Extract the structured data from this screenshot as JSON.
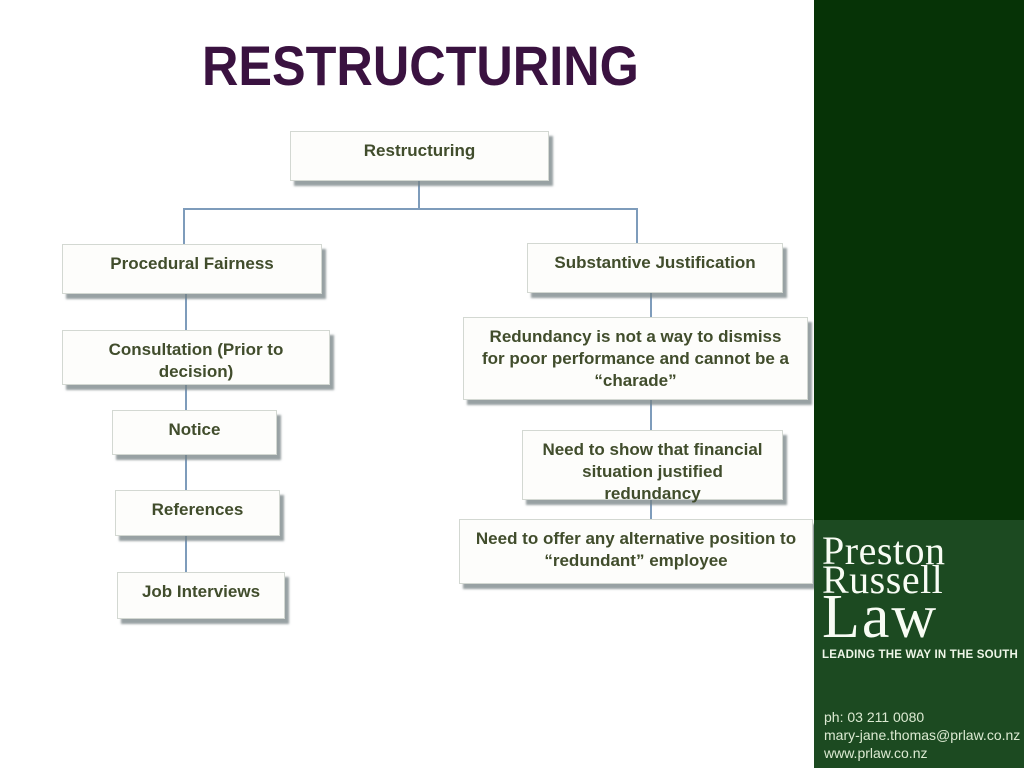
{
  "slide": {
    "title": "RESTRUCTURING",
    "colors": {
      "title_text": "#3a1240",
      "node_text": "#414d2c",
      "node_fill": "#fdfdfb",
      "connector": "#7e9cbb",
      "sidebar_green": "#063306",
      "logo_block_green": "#1c4a21"
    }
  },
  "diagram": {
    "nodes": [
      {
        "id": "restructuring",
        "lines": [
          "Restructuring"
        ]
      },
      {
        "id": "procedural-fairness",
        "lines": [
          "Procedural Fairness"
        ]
      },
      {
        "id": "consultation",
        "lines": [
          "Consultation (Prior to",
          "decision)"
        ]
      },
      {
        "id": "notice",
        "lines": [
          "Notice"
        ]
      },
      {
        "id": "references",
        "lines": [
          "References"
        ]
      },
      {
        "id": "job-interviews",
        "lines": [
          "Job Interviews"
        ]
      },
      {
        "id": "substantive-justification",
        "lines": [
          "Substantive Justification"
        ]
      },
      {
        "id": "redundancy-not-charade",
        "lines": [
          "Redundancy is not a way to dismiss",
          "for poor performance and cannot be a",
          "“charade”"
        ]
      },
      {
        "id": "financial-justification",
        "lines": [
          "Need to show that financial",
          "situation justified",
          "redundancy"
        ]
      },
      {
        "id": "alternative-position",
        "lines": [
          "Need to offer any alternative position to",
          "“redundant” employee"
        ]
      }
    ],
    "edges": [
      [
        "restructuring",
        "procedural-fairness"
      ],
      [
        "restructuring",
        "substantive-justification"
      ],
      [
        "procedural-fairness",
        "consultation"
      ],
      [
        "consultation",
        "notice"
      ],
      [
        "notice",
        "references"
      ],
      [
        "references",
        "job-interviews"
      ],
      [
        "substantive-justification",
        "redundancy-not-charade"
      ],
      [
        "redundancy-not-charade",
        "financial-justification"
      ],
      [
        "financial-justification",
        "alternative-position"
      ]
    ]
  },
  "sidebar": {
    "logo": {
      "line1": "Preston",
      "line2": "Russell",
      "line3": "Law",
      "tagline": "LEADING THE WAY IN THE SOUTH"
    },
    "contact": {
      "phone": "ph: 03 211 0080",
      "email": "mary-jane.thomas@prlaw.co.nz",
      "website": "www.prlaw.co.nz"
    }
  }
}
